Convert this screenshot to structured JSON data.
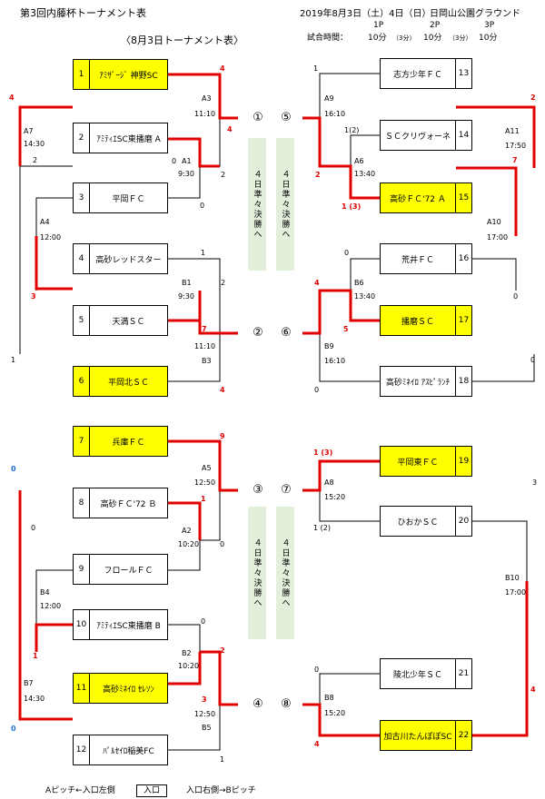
{
  "header": {
    "title": "第3回内藤杯トーナメント表",
    "dates": "2019年8月3日（土）4日（日）",
    "venue": "日岡山公園グラウンド",
    "subtitle": "〈8月3日トーナメント表〉",
    "match_time_label": "試合時間：",
    "p1": "1P",
    "p2": "2P",
    "p3": "3P",
    "t1": "10分",
    "b1": "（3分）",
    "t2": "10分",
    "b2": "（3分）",
    "t3": "10分"
  },
  "teams": [
    {
      "num": "1",
      "name": "ｱﾐｻﾞｰｼﾞ 神野SC",
      "hl": true
    },
    {
      "num": "2",
      "name": "ｱﾐﾃｨｴSC東播磨 A",
      "hl": false
    },
    {
      "num": "3",
      "name": "平岡ＦＣ",
      "hl": false
    },
    {
      "num": "4",
      "name": "高砂レッドスター",
      "hl": false
    },
    {
      "num": "5",
      "name": "天満ＳＣ",
      "hl": false
    },
    {
      "num": "6",
      "name": "平岡北ＳＣ",
      "hl": true
    },
    {
      "num": "7",
      "name": "兵庫ＦＣ",
      "hl": true
    },
    {
      "num": "8",
      "name": "高砂ＦＣ'72 Ｂ",
      "hl": false
    },
    {
      "num": "9",
      "name": "フロールＦＣ",
      "hl": false
    },
    {
      "num": "10",
      "name": "ｱﾐﾃｨｴSC東播磨 B",
      "hl": false
    },
    {
      "num": "11",
      "name": "高砂ﾐﾈｲﾛ ｾﾚｿﾝ",
      "hl": true
    },
    {
      "num": "12",
      "name": "ﾊﾟﾙｾｲﾛ稲美FC",
      "hl": false
    },
    {
      "num": "13",
      "name": "志方少年ＦＣ",
      "hl": false
    },
    {
      "num": "14",
      "name": "ＳＣクリヴォーネ",
      "hl": false
    },
    {
      "num": "15",
      "name": "高砂ＦＣ'72 Ａ",
      "hl": true
    },
    {
      "num": "16",
      "name": "荒井ＦＣ",
      "hl": false
    },
    {
      "num": "17",
      "name": "播磨ＳＣ",
      "hl": true
    },
    {
      "num": "18",
      "name": "高砂ﾐﾈｲﾛ ｱｽﾋﾟﾗﾝﾁ",
      "hl": false
    },
    {
      "num": "19",
      "name": "平岡東ＦＣ",
      "hl": true
    },
    {
      "num": "20",
      "name": "ひおかＳＣ",
      "hl": false
    },
    {
      "num": "21",
      "name": "陵北少年ＳＣ",
      "hl": false
    },
    {
      "num": "22",
      "name": "加古川たんぽぽSC",
      "hl": true
    }
  ],
  "bar_text": "４日準々決勝へ",
  "circles": [
    "①",
    "②",
    "③",
    "④",
    "⑤",
    "⑥",
    "⑦",
    "⑧"
  ],
  "matches": {
    "A1": "A1",
    "A1_time": "9:30",
    "A3": "A3",
    "A3_time": "11:10",
    "A4": "A4",
    "A4_time": "12:00",
    "A7": "A7",
    "A7_time": "14:30",
    "B1": "B1",
    "B1_time": "9:30",
    "B3": "B3",
    "B3_time": "11:10",
    "A5": "A5",
    "A5_time": "12:50",
    "A2": "A2",
    "A2_time": "10:20",
    "B4": "B4",
    "B4_time": "12:00",
    "B2": "B2",
    "B2_time": "10:20",
    "B5": "B5",
    "B5_time": "12:50",
    "B7": "B7",
    "B7_time": "14:30",
    "A9": "A9",
    "A9_time": "16:10",
    "A6": "A6",
    "A6_time": "13:40",
    "A11": "A11",
    "A11_time": "17:50",
    "A10": "A10",
    "A10_time": "17:00",
    "B6": "B6",
    "B6_time": "13:40",
    "B9": "B9",
    "B9_time": "16:10",
    "A8": "A8",
    "A8_time": "15:20",
    "B10": "B10",
    "B10_time": "17:00",
    "B8": "B8",
    "B8_time": "15:20"
  },
  "scores": {
    "s1": "4",
    "s2": "4",
    "s3": "0",
    "s4": "2",
    "s5": "0",
    "s6": "4",
    "s7": "2",
    "s8": "3",
    "s9": "1",
    "s10": "2",
    "s11": "7",
    "s12": "4",
    "s13": "1",
    "s14": "9",
    "s15": "1",
    "s16": "0",
    "s17": "0",
    "s18": "0",
    "s19": "1",
    "s20": "0",
    "s21": "2",
    "s22": "3",
    "s23": "1",
    "s24": "0",
    "s25": "0",
    "s26": "1",
    "s27": "2",
    "s28": "1(2)",
    "s29": "1 (3)",
    "s30": "2",
    "s31": "7",
    "s32": "0",
    "s33": "0",
    "s34": "4",
    "s35": "5",
    "s36": "0",
    "s37": "0",
    "s38": "1 (3)",
    "s39": "1 (2)",
    "s40": "3",
    "s41": "0",
    "s42": "4",
    "s43": "4"
  },
  "footer": {
    "left": "Aピッチ←入口左側",
    "entrance": "入口",
    "right": "入口右側→Bピッチ"
  },
  "colors": {
    "highlight": "#ffff00",
    "win_line": "#e00000",
    "bar": "#e2efdb",
    "blue_score": "#1f6fd0"
  }
}
